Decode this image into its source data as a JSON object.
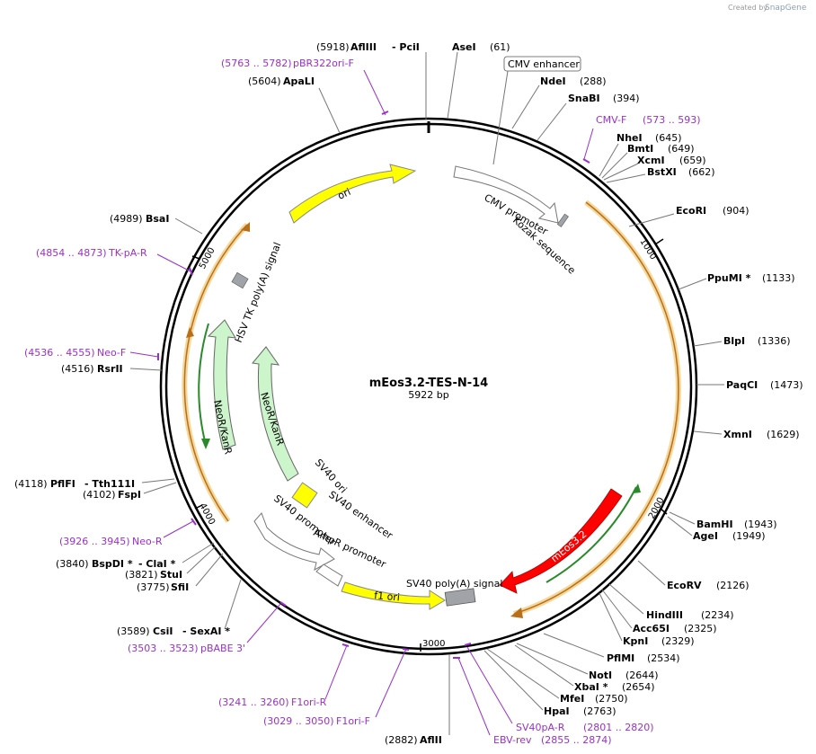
{
  "credit": {
    "created_by": "Created by",
    "brand": "SnapGene"
  },
  "map": {
    "name": "mEos3.2-TES-N-14",
    "length": "5922 bp"
  },
  "ticks": [
    "1000",
    "2000",
    "3000",
    "4000",
    "5000"
  ],
  "features": {
    "cmv_enhancer": "CMV enhancer",
    "cmv_promoter": "CMV promoter",
    "kozak": "Kozak sequence",
    "ori": "ori",
    "hsv_tk_polya": "HSV TK poly(A) signal",
    "neor_outer": "NeoR/KanR",
    "neor_inner": "NeoR/KanR",
    "sv40_ori": "SV40 ori",
    "sv40_enhancer": "SV40 enhancer",
    "sv40_promoter": "SV40 promoter",
    "ampr_promoter": "AmpR promoter",
    "f1_ori": "f1 ori",
    "sv40_polya": "SV40 poly(A) signal",
    "meos": "mEos3.2"
  },
  "enzymes": [
    {
      "name": "AflIII",
      "pos": "(5918)",
      "suffix": "- PciI"
    },
    {
      "name": "AseI",
      "pos": "(61)"
    },
    {
      "name": "NdeI",
      "pos": "(288)"
    },
    {
      "name": "SnaBI",
      "pos": "(394)"
    },
    {
      "name": "NheI",
      "pos": "(645)"
    },
    {
      "name": "BmtI",
      "pos": "(649)"
    },
    {
      "name": "XcmI",
      "pos": "(659)"
    },
    {
      "name": "BstXI",
      "pos": "(662)"
    },
    {
      "name": "EcoRI",
      "pos": "(904)"
    },
    {
      "name": "PpuMI *",
      "pos": "(1133)"
    },
    {
      "name": "BlpI",
      "pos": "(1336)"
    },
    {
      "name": "PaqCI",
      "pos": "(1473)"
    },
    {
      "name": "XmnI",
      "pos": "(1629)"
    },
    {
      "name": "BamHI",
      "pos": "(1943)"
    },
    {
      "name": "AgeI",
      "pos": "(1949)"
    },
    {
      "name": "EcoRV",
      "pos": "(2126)"
    },
    {
      "name": "HindIII",
      "pos": "(2234)"
    },
    {
      "name": "Acc65I",
      "pos": "(2325)"
    },
    {
      "name": "KpnI",
      "pos": "(2329)"
    },
    {
      "name": "PflMI",
      "pos": "(2534)"
    },
    {
      "name": "NotI",
      "pos": "(2644)"
    },
    {
      "name": "XbaI *",
      "pos": "(2654)"
    },
    {
      "name": "MfeI",
      "pos": "(2750)"
    },
    {
      "name": "HpaI",
      "pos": "(2763)"
    },
    {
      "name": "AflII",
      "pos": "(2882)"
    },
    {
      "name": "CsiI",
      "pos": "(3589)",
      "suffix": "- SexAI *"
    },
    {
      "name": "SfiI",
      "pos": "(3775)"
    },
    {
      "name": "StuI",
      "pos": "(3821)"
    },
    {
      "name": "BspDI *",
      "pos": "(3840)",
      "suffix": "- ClaI *"
    },
    {
      "name": "FspI",
      "pos": "(4102)"
    },
    {
      "name": "PflFI",
      "pos": "(4118)",
      "suffix": "- Tth111I"
    },
    {
      "name": "RsrII",
      "pos": "(4516)"
    },
    {
      "name": "BsaI",
      "pos": "(4989)"
    },
    {
      "name": "ApaLI",
      "pos": "(5604)"
    }
  ],
  "primers": [
    {
      "range": "(5763 .. 5782)",
      "name": "pBR322ori-F"
    },
    {
      "range": "(573 .. 593)",
      "name": "CMV-F"
    },
    {
      "range": "(4854 .. 4873)",
      "name": "TK-pA-R"
    },
    {
      "range": "(4536 .. 4555)",
      "name": "Neo-F"
    },
    {
      "range": "(3926 .. 3945)",
      "name": "Neo-R"
    },
    {
      "range": "(3503 .. 3523)",
      "name": "pBABE 3'"
    },
    {
      "range": "(3241 .. 3260)",
      "name": "F1ori-R"
    },
    {
      "range": "(3029 .. 3050)",
      "name": "F1ori-F"
    },
    {
      "range": "(2801 .. 2820)",
      "name": "SV40pA-R"
    },
    {
      "range": "(2855 .. 2874)",
      "name": "EBV-rev"
    }
  ],
  "colors": {
    "backbone": "#000000",
    "ori": "#ffff00",
    "f1_ori": "#ffff00",
    "sv40_ori": "#ffff00",
    "neor": "#ccf5cc",
    "meos": "#ff0000",
    "orf_orange": "#f0c070",
    "orf_green": "#2a8a2a",
    "primer": "#9b30c8",
    "terminator": "#a0a4a8"
  }
}
